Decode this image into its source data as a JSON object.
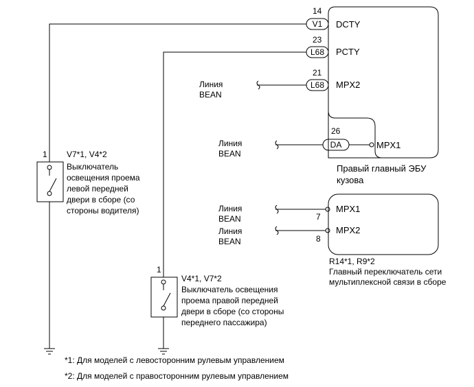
{
  "ecu": {
    "pins": [
      {
        "pin": "14",
        "connector": "V1",
        "signal": "DCTY"
      },
      {
        "pin": "23",
        "connector": "L68",
        "signal": "PCTY"
      },
      {
        "pin": "21",
        "connector": "L68",
        "signal": "MPX2"
      },
      {
        "pin": "26",
        "connector": "DA",
        "signal": "MPX1"
      }
    ],
    "name_line1": "Правый главный ЭБУ",
    "name_line2": "кузова"
  },
  "bean": {
    "line1": "Линия",
    "line2": "BEAN"
  },
  "multiplex": {
    "pins": [
      {
        "pin": "7",
        "signal": "MPX1"
      },
      {
        "pin": "8",
        "signal": "MPX2"
      }
    ],
    "code": "R14*1, R9*2",
    "name_line1": "Главный переключатель сети",
    "name_line2": "мультиплексной связи в сборе"
  },
  "driver_switch": {
    "pin": "1",
    "code": "V7*1, V4*2",
    "lines": [
      "Выключатель",
      "освещения проема",
      "левой передней",
      "двери в сборе (со",
      "стороны водителя)"
    ]
  },
  "passenger_switch": {
    "pin": "1",
    "code": "V4*1, V7*2",
    "lines": [
      "Выключатель освещения",
      "проема правой передней",
      "двери в сборе (со стороны",
      "переднего пассажира)"
    ]
  },
  "notes": [
    "*1: Для моделей с левосторонним рулевым управлением",
    "*2: Для моделей с правосторонним рулевым управлением"
  ]
}
